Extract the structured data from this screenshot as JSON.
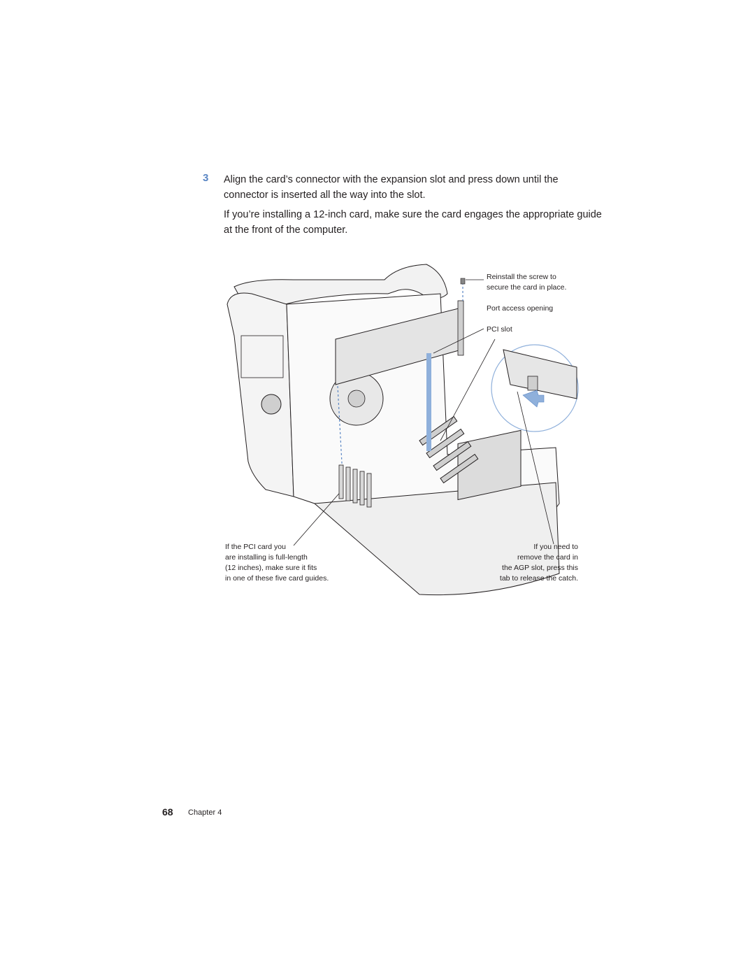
{
  "step": {
    "number": "3",
    "paragraph_1": "Align the card’s connector with the expansion slot and press down until the connector is inserted all the way into the slot.",
    "paragraph_2": "If you’re installing a 12-inch card, make sure the card engages the appropriate guide at the front of the computer."
  },
  "figure": {
    "callouts": {
      "screw_line1": "Reinstall the screw to",
      "screw_line2": "secure the card in place.",
      "port_opening": "Port access opening",
      "pci_slot": "PCI slot",
      "left_line1": "If the PCI card you",
      "left_line2": "are installing is full-length",
      "left_line3": "(12 inches), make sure it fits",
      "left_line4": "in one of these five card guides.",
      "right_line1": "If you need to",
      "right_line2": "remove the card in",
      "right_line3": "the AGP slot, press this",
      "right_line4": "tab to release the catch."
    },
    "colors": {
      "accent": "#5a86c4",
      "line": "#231f20",
      "arrow": "#8fb0db"
    }
  },
  "footer": {
    "page_number": "68",
    "chapter": "Chapter  4"
  }
}
